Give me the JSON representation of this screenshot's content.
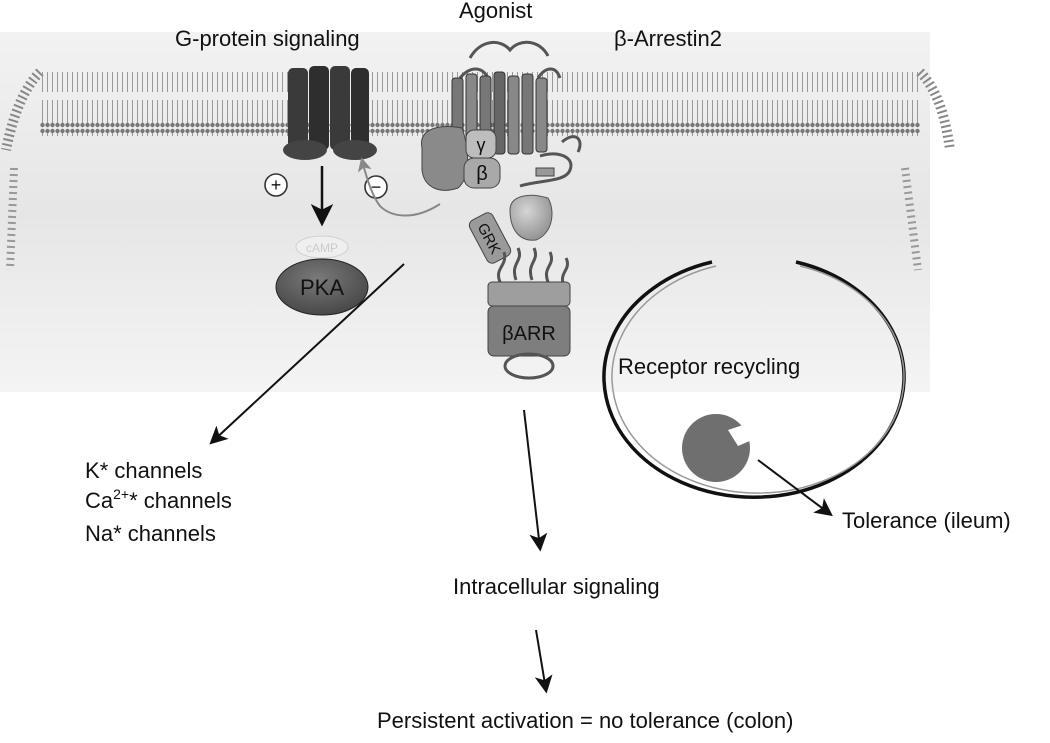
{
  "labels": {
    "agonist": "Agonist",
    "g_protein_signaling": "G-protein signaling",
    "beta_arrestin2": "β-Arrestin2",
    "gamma": "γ",
    "beta": "β",
    "plus": "+",
    "minus": "−",
    "camp": "cAMP",
    "pka": "PKA",
    "grk": "GRK",
    "barr": "βARR",
    "receptor_recycling": "Receptor recycling",
    "tolerance_ileum": "Tolerance (ileum)",
    "intracellular_signaling": "Intracellular signaling",
    "persistent_activation": "Persistent activation = no tolerance (colon)"
  },
  "channels": [
    {
      "prefix": "K",
      "sup": "",
      "suffix": "* channels"
    },
    {
      "prefix": "Ca",
      "sup": "2+",
      "suffix": "* channels"
    },
    {
      "prefix": "Na",
      "sup": "",
      "suffix": "* channels"
    }
  ],
  "colors": {
    "background_band": "#e9e9e9",
    "membrane": "#666666",
    "receptor_dark": "#3c3c3c",
    "protein_mid": "#8c8c8c",
    "protein_light": "#bdbdbd",
    "pka_fill": "#5a5a5a",
    "vesicle_ligand": "#6f6f6f",
    "arrow": "#111111",
    "inhibit_arrow": "#888888"
  }
}
